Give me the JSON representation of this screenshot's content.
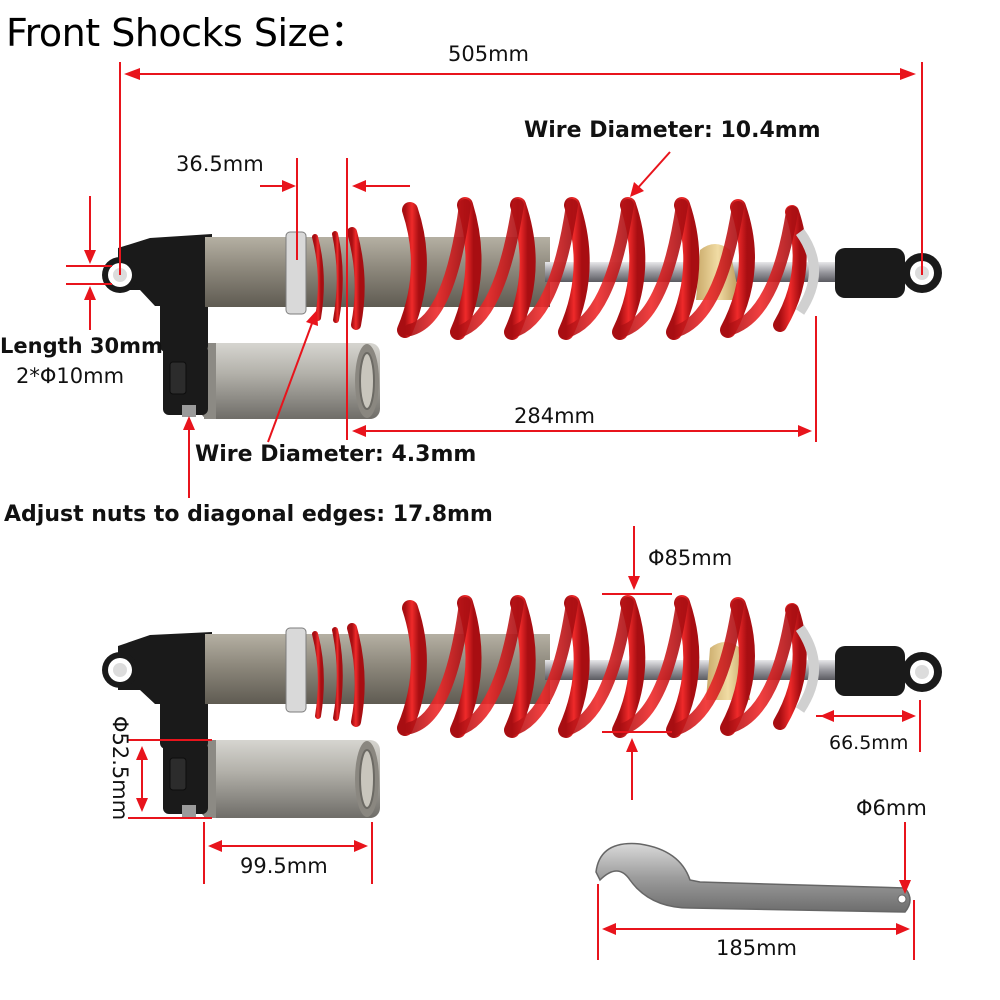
{
  "title": "Front Shocks Size：",
  "top_shock": {
    "overall_length": "505mm",
    "spring_wire_main": "Wire Diameter: 10.4mm",
    "collar_offset": "36.5mm",
    "eye_length": "Length 30mm",
    "eye_bolts": "2*Φ10mm",
    "spring_length": "284mm",
    "spring_wire_small": "Wire Diameter: 4.3mm",
    "adjust_nuts": "Adjust nuts to diagonal edges: 17.8mm"
  },
  "bottom_shock": {
    "spring_outer_diameter": "Φ85mm",
    "reservoir_diameter": "Φ52.5mm",
    "reservoir_length": "99.5mm",
    "end_length": "66.5mm"
  },
  "wrench": {
    "pin_diameter": "Φ6mm",
    "length": "185mm"
  },
  "colors": {
    "dimension_line": "#e8141c",
    "spring": "#e51c1c",
    "body": "#8d887c",
    "reservoir": "#b3b1aa",
    "black_parts": "#1a1a1a"
  }
}
